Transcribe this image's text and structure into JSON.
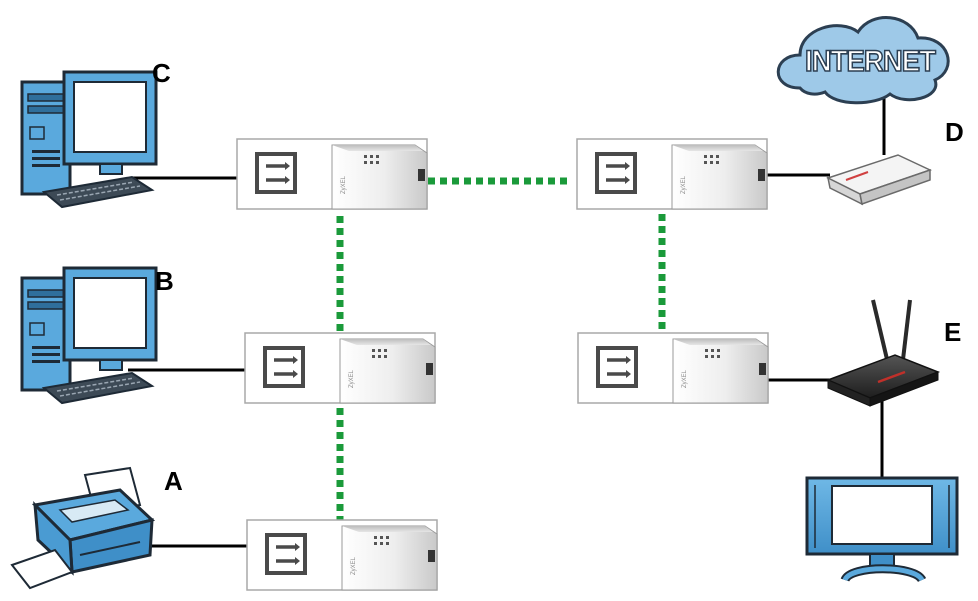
{
  "labels": {
    "a": "A",
    "b": "B",
    "c": "C",
    "d": "D",
    "e": "E"
  },
  "cloud_text": "INTERNET",
  "adapter_brand": "ZyXEL",
  "colors": {
    "device_blue": "#5aa9dd",
    "device_outline": "#1e2a36",
    "powerline_link": "#1a9a3a",
    "cloud_fill": "#9ec9e8",
    "router_body": "#3a3a3a",
    "router_stripe": "#c0302a"
  },
  "icons": [
    "desktop-computer-icon",
    "printer-icon",
    "internet-cloud-icon",
    "modem-icon",
    "wireless-router-icon",
    "television-icon",
    "ethernet-port-icon",
    "powerline-adapter-icon"
  ]
}
